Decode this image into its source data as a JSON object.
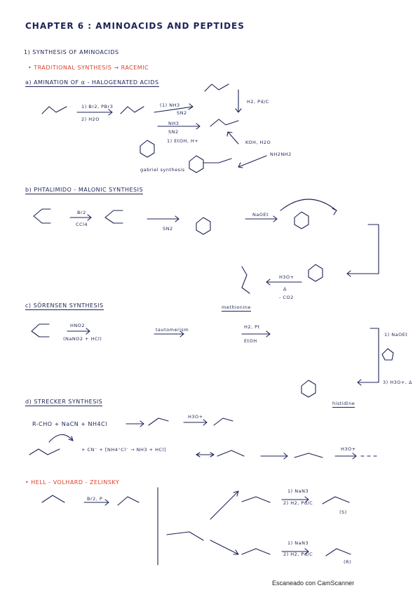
{
  "title": "CHAPTER 6 : AMINOACIDS AND PEPTIDES",
  "section1": "1) SYNTHESIS OF AMINOACIDS",
  "traditional": "• TRADITIONAL SYNTHESIS → RACEMIC",
  "sections": {
    "a": "a) AMINATION OF α - HALOGENATED ACIDS",
    "b": "b) PHTALIMIDO - MALONIC SYNTHESIS",
    "c": "c) SÖRENSEN SYNTHESIS",
    "d": "d) STRECKER SYNTHESIS",
    "hvz": "• HELL - VOLHARD - ZELINSKY"
  },
  "labels": {
    "gabriel": "gabriel synthesis",
    "methionine": "methionine",
    "histidine": "histidine",
    "tautomerism": "tautomerism",
    "footer": "Escaneado con CamScanner"
  },
  "reagents": {
    "a_step1": "1) Br2, PBr3",
    "a_step1b": "2) H2O",
    "a_nh3": "(1) NH3",
    "a_sn2": "SN2",
    "a_nh3b": "NH3",
    "a_sn2b": "SN2",
    "a_etoh": "1) EtOH, H+",
    "a_h2": "H2, Pd/C",
    "a_koh": "KOH, H2O",
    "a_n2h4": "NH2NH2",
    "b_br2": "Br2",
    "b_ccl4": "CCl4",
    "b_sn2": "SN2",
    "b_naoet": "NaOEt",
    "b_h3o": "H3O+",
    "b_delta": "Δ",
    "b_co2": "- CO2",
    "c_hno2": "HNO2",
    "c_nano2": "(NaNO2 + HCl)",
    "c_h2pt": "H2, Pt",
    "c_etoh": "EtOH",
    "c_naoet": "1) NaOEt",
    "c_h3o": "3) H3O+, Δ",
    "d_reactants": "R-CHO + NaCN + NH4Cl",
    "d_h3o": "H3O+",
    "d_seq": "+ CN⁻ + [NH4⁺Cl⁻ → NH3 + HCl]",
    "hvz_p": "Br2, P",
    "hvz_nh3": "1) NaN3",
    "hvz_h2": "2) H2, Pd/C",
    "hvz_s": "(S)",
    "hvz_r": "(R)"
  }
}
